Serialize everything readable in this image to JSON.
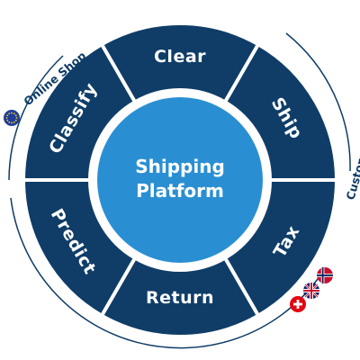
{
  "title": "",
  "center": {
    "line1": "Shipping",
    "line2": "Platform"
  },
  "segments": [
    {
      "label": "Clear"
    },
    {
      "label": "Ship"
    },
    {
      "label": "Tax"
    },
    {
      "label": "Return"
    },
    {
      "label": "Predict"
    },
    {
      "label": "Classify"
    }
  ],
  "side_labels": {
    "left": "Online Shop",
    "right": "Customer"
  },
  "icons": {
    "left": [
      "eu-flag-icon"
    ],
    "right": [
      "swiss-flag-icon",
      "uk-flag-icon",
      "norway-flag-icon"
    ]
  },
  "colors": {
    "segment": "#0f3d68",
    "separator": "#ffffff",
    "center": "#2a8fd2",
    "outer_arc": "#0d3b66",
    "label_text": "#ffffff"
  }
}
